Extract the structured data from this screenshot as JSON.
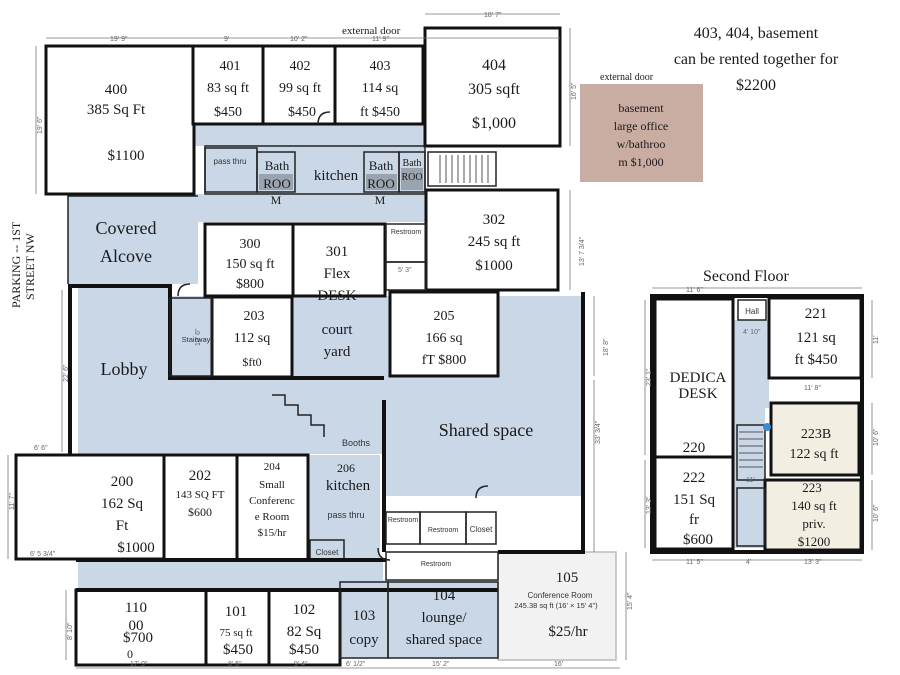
{
  "note": {
    "lines": [
      "403, 404, basement",
      "can be rented together for",
      "$2200"
    ]
  },
  "external_door_labels": [
    "external door",
    "external door"
  ],
  "parking_label": [
    "PARKING -- 1ST",
    "STREET NW"
  ],
  "second_floor_title": "Second Floor",
  "basement": {
    "lines": [
      "basement",
      "large office",
      "w/bathroo",
      "m $1,000"
    ],
    "color": "#c9ada3"
  },
  "shared_color": "#c9d7e6",
  "rooms": {
    "r400": [
      "400",
      "385 Sq Ft",
      "$1100"
    ],
    "r401": [
      "401",
      "83 sq ft",
      "$450"
    ],
    "r402": [
      "402",
      "99 sq ft",
      "$450"
    ],
    "r403": [
      "403",
      "114 sq",
      "ft $450"
    ],
    "r404": [
      "404",
      "305 sqft",
      "$1,000"
    ],
    "r302": [
      "302",
      "245 sq ft",
      "$1000"
    ],
    "r300": [
      "300",
      "150 sq ft",
      "$800"
    ],
    "r301": [
      "301",
      "Flex",
      "DESK"
    ],
    "r203": [
      "203",
      "112 sq",
      "$ft0"
    ],
    "r205": [
      "205",
      "166 sq",
      "fT $800"
    ],
    "r200": [
      "200",
      "162 Sq",
      "Ft",
      "$1000"
    ],
    "r202": [
      "202",
      "143 SQ FT",
      "$600"
    ],
    "r204": [
      "204",
      "Small",
      "Conferenc",
      "e Room",
      "$15/hr"
    ],
    "r206": [
      "206",
      "kitchen",
      "pass thru"
    ],
    "r110": [
      "110",
      "00",
      "$700",
      "0"
    ],
    "r101": [
      "101",
      "75 sq ft",
      "$450"
    ],
    "r102": [
      "102",
      "82 Sq",
      "$450"
    ],
    "r103": [
      "103",
      "copy"
    ],
    "r104": [
      "104",
      "lounge/",
      "shared space"
    ],
    "r105": [
      "105",
      "Conference Room",
      "245.38 sq ft (16' × 15' 4\")",
      "$25/hr"
    ],
    "r221": [
      "221",
      "121 sq",
      "ft $450"
    ],
    "r223b": [
      "223B",
      "122 sq ft"
    ],
    "r222": [
      "222",
      "151 Sq",
      "fr",
      "$600"
    ],
    "r223": [
      "223",
      "140 sq ft",
      "priv.",
      "$1200"
    ],
    "r220": [
      "DEDICA",
      "DESK",
      "220"
    ]
  },
  "labels": {
    "covered_alcove": [
      "Covered",
      "Alcove"
    ],
    "lobby": "Lobby",
    "shared_space": "Shared space",
    "court_yard": [
      "court",
      "yard"
    ],
    "kitchen_top": "kitchen",
    "bathroom_left": [
      "Bath",
      "ROO",
      "M"
    ],
    "bathroom_mid": [
      "Bath",
      "ROO",
      "M"
    ],
    "bathroom_right": [
      "Bath",
      "ROO"
    ],
    "pass_thru_top": "pass thru",
    "stairway": "Stairway",
    "booths": "Booths",
    "closet_1": "Closet",
    "closet_2": "Closet",
    "restroom_1": "Restroom",
    "restroom_2": "Restroom",
    "restroom_3": "Restroom",
    "restroom_top": "Restroom",
    "hall": "Hall"
  },
  "dimensions": {
    "top": [
      "19' 9\"",
      "9'",
      "10' 2\"",
      "11' 9\"",
      "18' 7\""
    ],
    "bottom": [
      "17' 9\"",
      "8' 6\"",
      "9' 4\"",
      "6' 1/2\"",
      "15' 2\"",
      "16'"
    ],
    "left": [
      "19' 6\"",
      "22' 6\"",
      "11' 7\"",
      "8' 10\""
    ],
    "right": [
      "16' 5\"",
      "13' 7 3/4\"",
      "18' 8\"",
      "33' 3/4\"",
      "15' 4\""
    ],
    "misc": [
      "6' 6\"",
      "6' 5 3/4\"",
      "5' 3\"",
      "10' 6\""
    ],
    "second_top": [
      "11' 6\"",
      "11' 8\""
    ],
    "second_bottom": [
      "11' 5\"",
      "4'",
      "13' 3\""
    ],
    "second_side": [
      "23' 1\"",
      "13' 3\"",
      "11'",
      "10' 6\"",
      "10' 6\"",
      "4' 10\"",
      "11'"
    ]
  }
}
